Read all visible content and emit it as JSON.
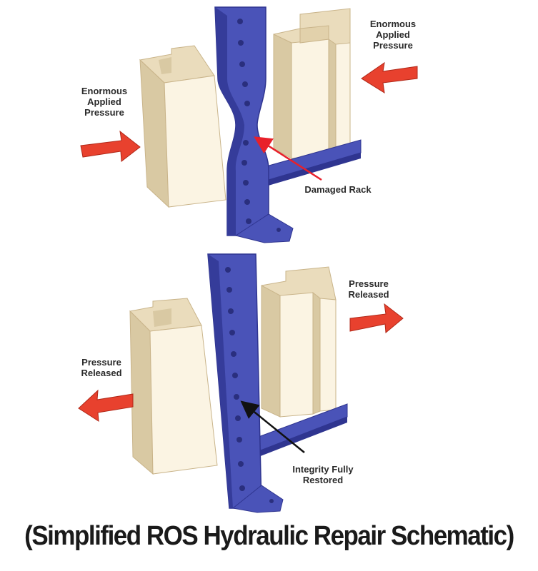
{
  "top_panel": {
    "label_left": [
      "Enormous",
      "Applied",
      "Pressure"
    ],
    "label_right": [
      "Enormous",
      "Applied",
      "Pressure"
    ],
    "callout": "Damaged Rack"
  },
  "bottom_panel": {
    "label_left": [
      "Pressure",
      "Released"
    ],
    "label_right": [
      "Pressure",
      "Released"
    ],
    "callout": [
      "Integrity Fully",
      "Restored"
    ]
  },
  "caption": "(Simplified ROS Hydraulic Repair Schematic)",
  "colors": {
    "upright": "#4a53b8",
    "upright_dark": "#2f3590",
    "block_front": "#fbf4e3",
    "block_top": "#eadcbc",
    "block_side": "#d9c9a3",
    "arrow": "#e8412e",
    "callout_top": "#e8202a",
    "callout_bottom": "#111111"
  },
  "icons": [
    "arrow-right-icon",
    "arrow-left-icon"
  ]
}
